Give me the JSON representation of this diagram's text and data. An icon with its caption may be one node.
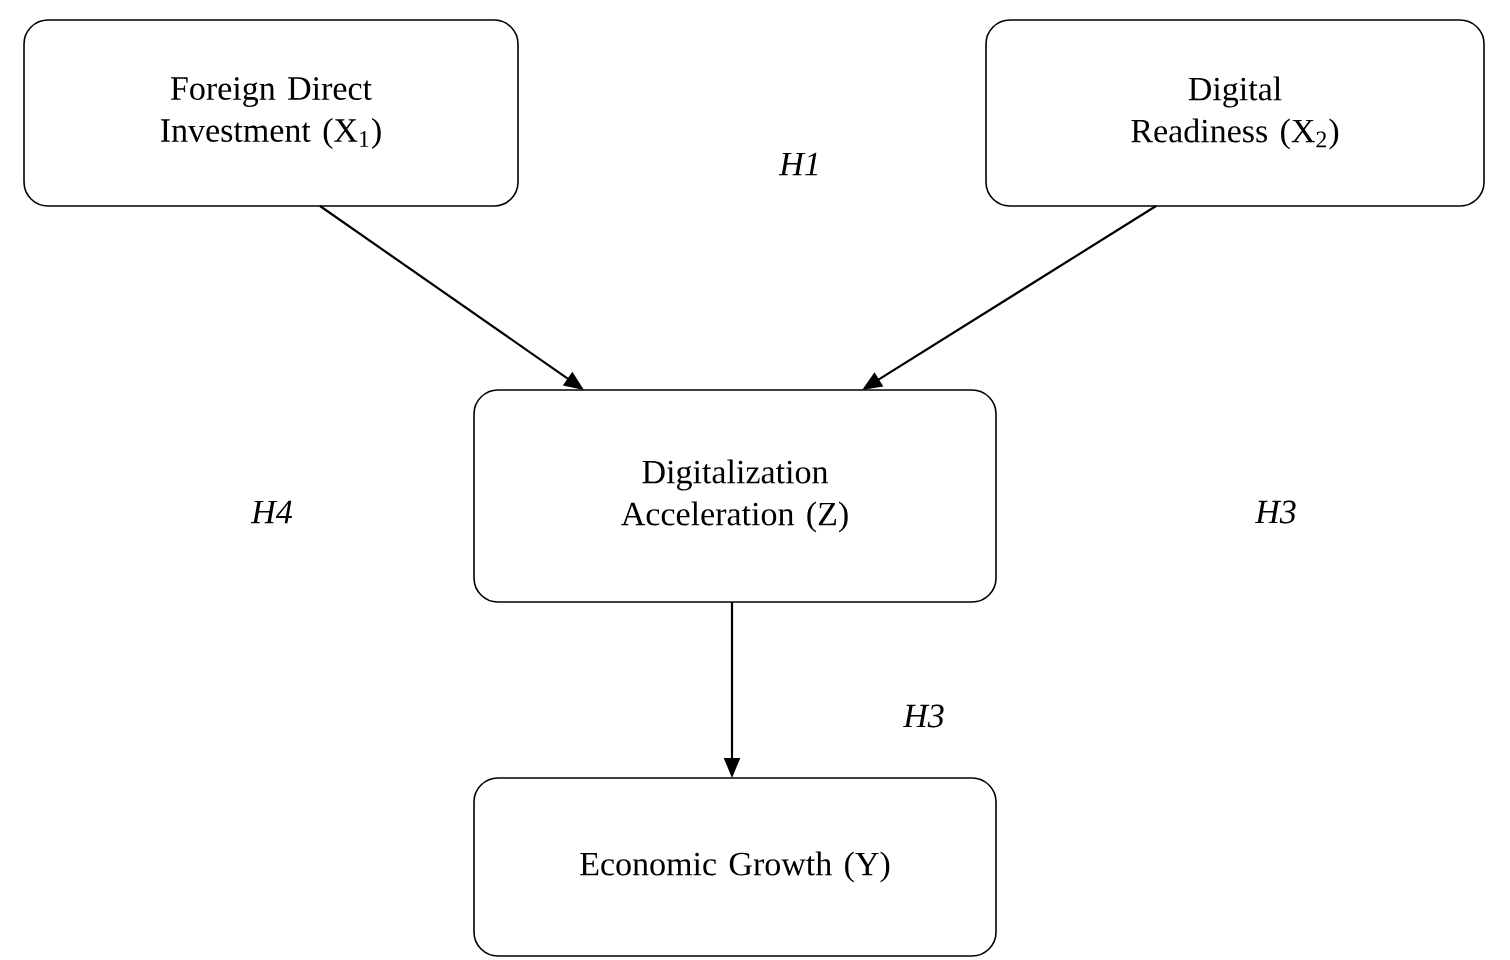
{
  "diagram": {
    "nodes": [
      {
        "text": [
          "Foreign Direct Investment (X$_{1}$)"
        ]
      },
      {
        "text": [
          "Digital Readiness (X$_{2}$)"
        ]
      },
      {
        "text": [
          "Digitalization Acceleration (Z)"
        ]
      },
      {
        "text": [
          "Economic Growth (Y)"
        ]
      }
    ],
    "edges": [
      {
        "from": 0,
        "to": 2,
        "arrow": "to"
      },
      {
        "from": 1,
        "to": 2,
        "arrow": "to"
      },
      {
        "from": 2,
        "to": 3,
        "arrow": "to"
      }
    ],
    "labels": [
      "H1",
      "H4",
      "H3",
      "H3"
    ]
  }
}
